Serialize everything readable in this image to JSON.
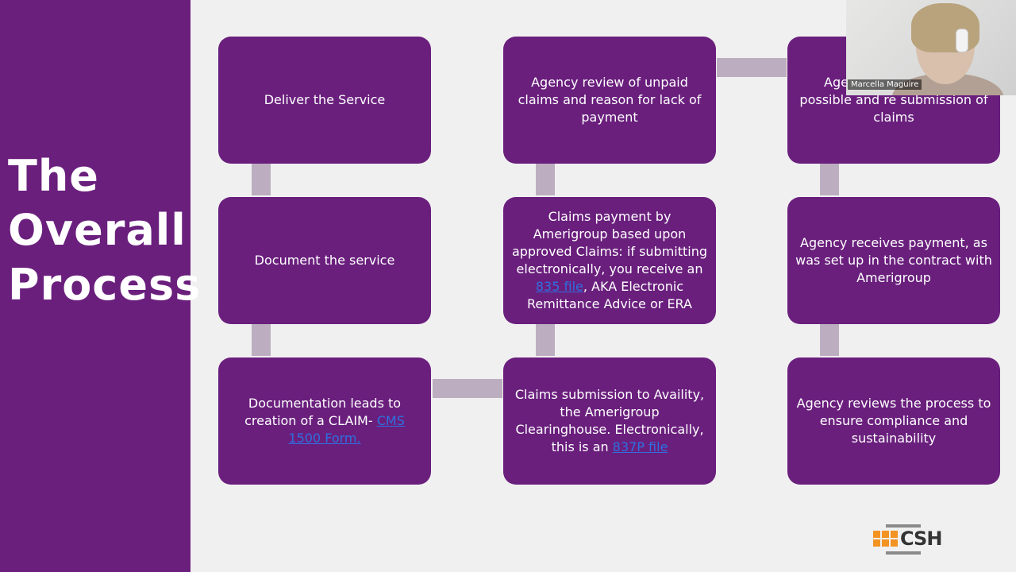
{
  "slide": {
    "title_lines": [
      "The",
      "Overall",
      "Process"
    ],
    "boxes": {
      "deliver": "Deliver the Service",
      "document": "Document the service",
      "documentation_pre": "Documentation leads to creation of a CLAIM- ",
      "documentation_link": "CMS 1500 Form.",
      "submission_pre": "Claims submission to Availity, the Amerigroup Clearinghouse. Electronically, this is  an ",
      "submission_link": "837P file",
      "payment_pre": "Claims payment by Amerigroup based upon approved Claims: if submitting electronically, you receive an ",
      "payment_link": "835 file",
      "payment_post": ", AKA Electronic Remittance Advice or ERA",
      "review_unpaid": "Agency review of unpaid claims and reason for lack of payment",
      "resubmit_partial": "Age",
      "resubmit_rest": "possible and re submission of claims",
      "receives_payment": "Agency receives payment, as was set up in the contract with Amerigroup",
      "reviews_process": "Agency reviews the process to ensure compliance and sustainability"
    }
  },
  "video": {
    "participant_name": "Marcella Maguire"
  },
  "logo": {
    "text": "CSH"
  },
  "colors": {
    "purple": "#6a1f7d",
    "connector": "#bcaec0",
    "link": "#2f6fe0",
    "logo_orange": "#f39321"
  }
}
